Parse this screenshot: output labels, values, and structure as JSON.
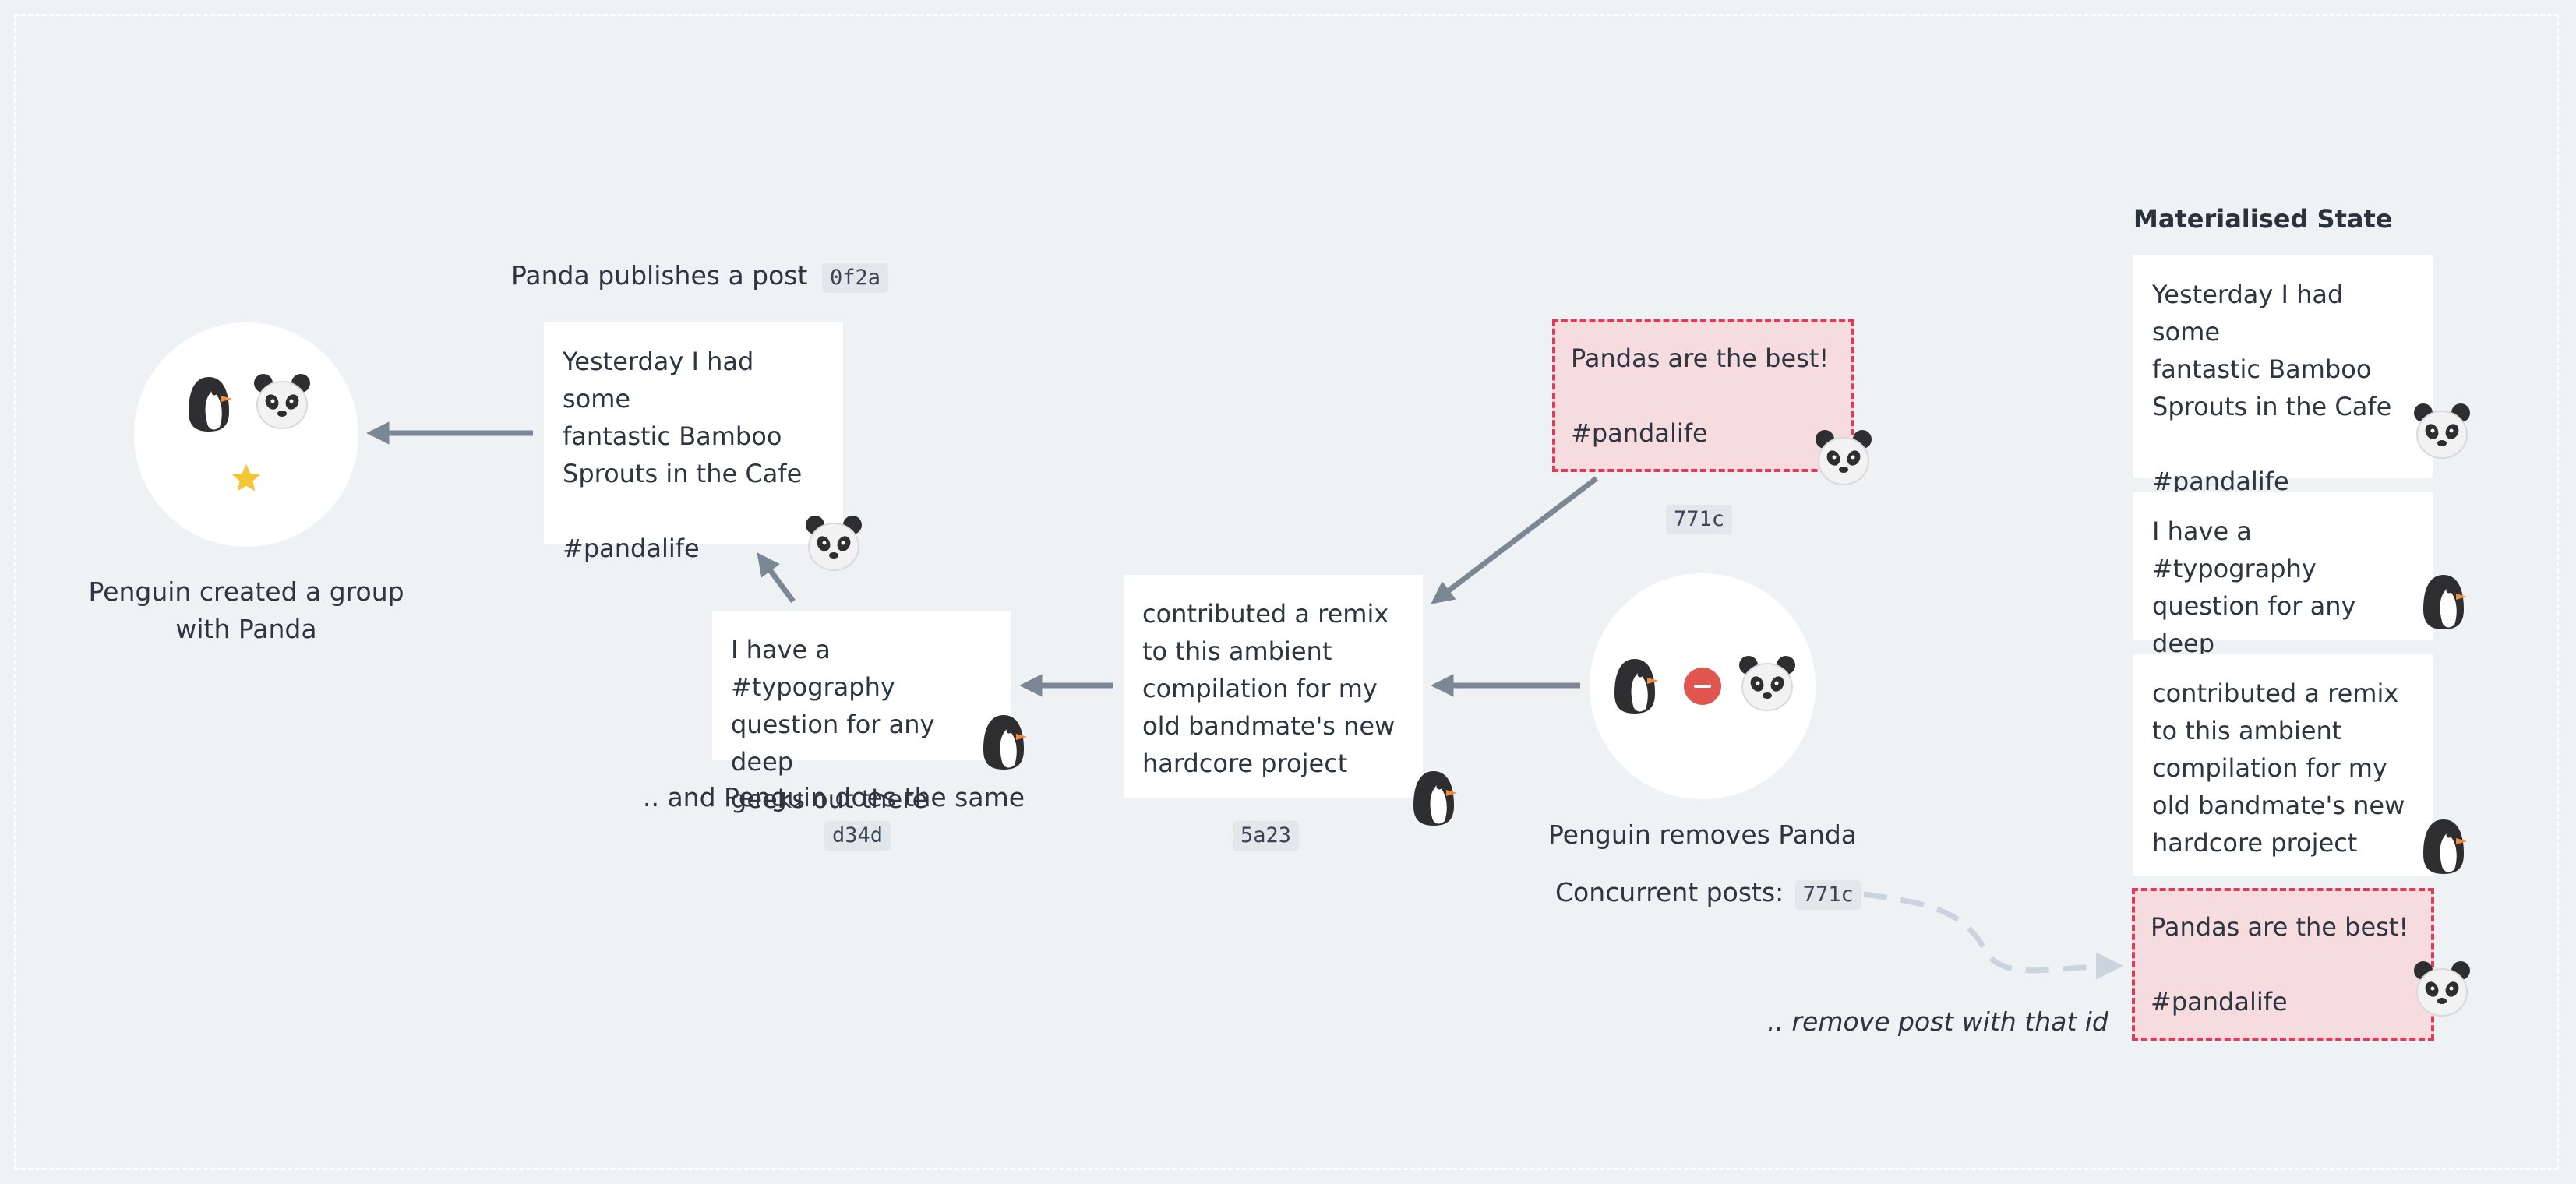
{
  "colors": {
    "background": "#eff2f5",
    "arrow": "#7b8794",
    "dashed_link": "#c9d4de",
    "deleted_fill": "#f6dbdf",
    "deleted_border": "#dc3c56",
    "remove_badge": "#e0564f",
    "star": "#f2c634"
  },
  "group": {
    "caption_line1": "Penguin created a group",
    "caption_line2": "with Panda",
    "icons": [
      "penguin-icon",
      "panda-icon",
      "star-icon"
    ]
  },
  "post_0f2a": {
    "caption": "Panda publishes a post",
    "id": "0f2a",
    "text": "Yesterday I had some\nfantastic Bamboo\nSprouts in the Cafe\n\n#pandalife",
    "author": "panda"
  },
  "post_d34d": {
    "text": "I have a #typography\nquestion for any deep\ngeeks out there",
    "caption": ".. and Penguin does the same",
    "id": "d34d",
    "author": "penguin"
  },
  "post_5a23": {
    "text": "contributed a remix\nto this ambient\ncompilation for my\nold bandmate's new\nhardcore project",
    "id": "5a23",
    "author": "penguin"
  },
  "post_771c": {
    "text": "Pandas are the best!\n\n#pandalife",
    "id": "771c",
    "author": "panda",
    "deleted": true
  },
  "remove": {
    "caption": "Penguin removes Panda",
    "concurrent_label": "Concurrent posts:",
    "concurrent_id": "771c",
    "note": ".. remove post with that id",
    "icons": [
      "penguin-icon",
      "minus-icon",
      "panda-icon"
    ]
  },
  "materialised": {
    "title": "Materialised State",
    "items": [
      {
        "text": "Yesterday I had some\nfantastic Bamboo\nSprouts in the Cafe\n\n#pandalife",
        "author": "panda",
        "deleted": false
      },
      {
        "text": "I have a #typography\nquestion for any deep\ngeeks out there",
        "author": "penguin",
        "deleted": false
      },
      {
        "text": "contributed a remix\nto this ambient\ncompilation for my\nold bandmate's new\nhardcore project",
        "author": "penguin",
        "deleted": false
      },
      {
        "text": "Pandas are the best!\n\n#pandalife",
        "author": "panda",
        "deleted": true
      }
    ]
  }
}
